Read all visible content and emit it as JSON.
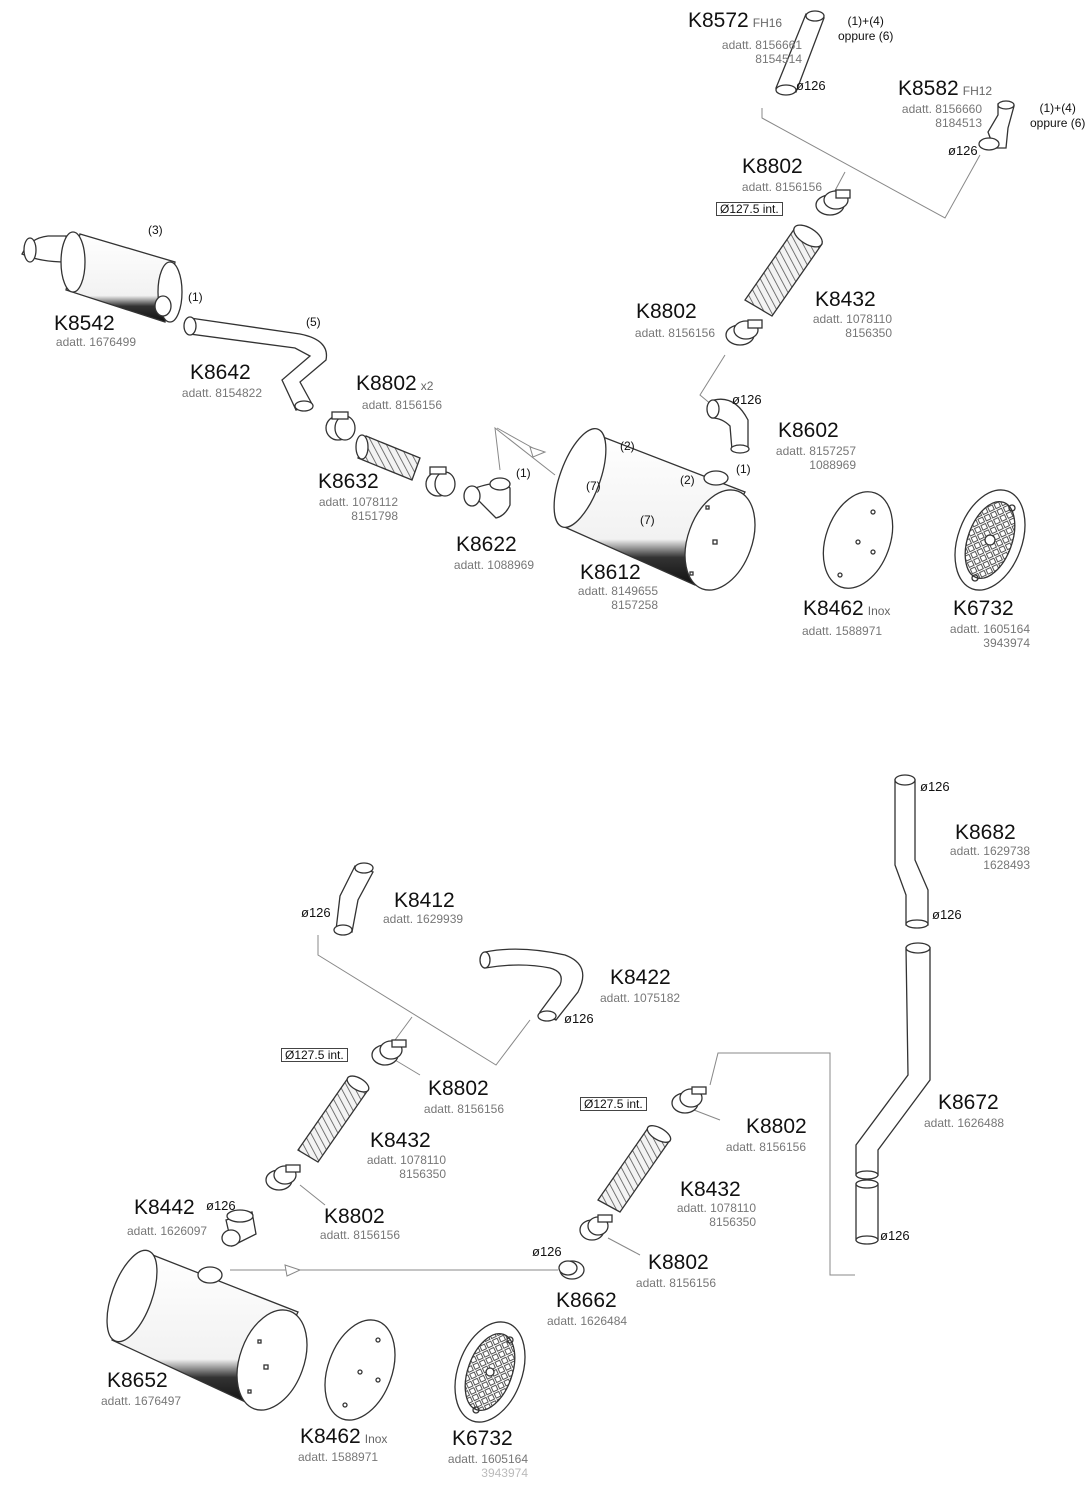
{
  "diagram1": {
    "K8572": {
      "code": "K8572",
      "suffix": "FH16",
      "refs": [
        "adatt. 8156661",
        "8154514"
      ],
      "diameter": "ø126",
      "note": [
        "(1)+(4)",
        "oppure (6)"
      ]
    },
    "K8582": {
      "code": "K8582",
      "suffix": "FH12",
      "refs": [
        "adatt. 8156660",
        "8184513"
      ],
      "diameter": "ø126",
      "note": [
        "(1)+(4)",
        "oppure (6)"
      ]
    },
    "K8802_top": {
      "code": "K8802",
      "refs": [
        "adatt. 8156156"
      ]
    },
    "bellows_spec": "Ø127.5 int.",
    "K8432": {
      "code": "K8432",
      "refs": [
        "adatt. 1078110",
        "8156350"
      ]
    },
    "K8802_mid": {
      "code": "K8802",
      "refs": [
        "adatt. 8156156"
      ]
    },
    "K8602": {
      "code": "K8602",
      "refs": [
        "adatt. 8157257",
        "1088969"
      ],
      "diameter": "ø126"
    },
    "K8542": {
      "code": "K8542",
      "refs": [
        "adatt. 1676499"
      ]
    },
    "K8642": {
      "code": "K8642",
      "refs": [
        "adatt. 8154822"
      ]
    },
    "K8802_x2": {
      "code": "K8802",
      "suffix": "x2",
      "refs": [
        "adatt. 8156156"
      ]
    },
    "K8632": {
      "code": "K8632",
      "refs": [
        "adatt. 1078112",
        "8151798"
      ]
    },
    "K8622": {
      "code": "K8622",
      "refs": [
        "adatt. 1088969"
      ]
    },
    "K8612": {
      "code": "K8612",
      "refs": [
        "adatt. 8149655",
        "8157258"
      ]
    },
    "K8462": {
      "code": "K8462",
      "suffix": "Inox",
      "refs": [
        "adatt. 1588971"
      ]
    },
    "K6732": {
      "code": "K6732",
      "refs": [
        "adatt. 1605164",
        "3943974"
      ]
    },
    "callouts": {
      "c1": "(1)",
      "c2": "(2)",
      "c3": "(3)",
      "c5": "(5)",
      "c7": "(7)"
    }
  },
  "diagram2": {
    "K8682": {
      "code": "K8682",
      "refs": [
        "adatt. 1629738",
        "1628493"
      ],
      "diameter": "ø126"
    },
    "K8412": {
      "code": "K8412",
      "refs": [
        "adatt. 1629939"
      ],
      "diameter": "ø126"
    },
    "K8422": {
      "code": "K8422",
      "refs": [
        "adatt. 1075182"
      ],
      "diameter": "ø126"
    },
    "bellows_spec": "Ø127.5 int.",
    "K8802_a": {
      "code": "K8802",
      "refs": [
        "adatt. 8156156"
      ]
    },
    "K8432_a": {
      "code": "K8432",
      "refs": [
        "adatt. 1078110",
        "8156350"
      ]
    },
    "K8802_b": {
      "code": "K8802",
      "refs": [
        "adatt. 8156156"
      ]
    },
    "K8442": {
      "code": "K8442",
      "refs": [
        "adatt. 1626097"
      ],
      "diameter": "ø126"
    },
    "K8802_c": {
      "code": "K8802",
      "refs": [
        "adatt. 8156156"
      ]
    },
    "K8432_b": {
      "code": "K8432",
      "refs": [
        "adatt. 1078110",
        "8156350"
      ]
    },
    "K8802_d": {
      "code": "K8802",
      "refs": [
        "adatt. 8156156"
      ]
    },
    "K8672": {
      "code": "K8672",
      "refs": [
        "adatt. 1626488"
      ]
    },
    "K8662": {
      "code": "K8662",
      "refs": [
        "adatt. 1626484"
      ],
      "diameter": "ø126"
    },
    "K8652": {
      "code": "K8652",
      "refs": [
        "adatt. 1676497"
      ]
    },
    "K8462": {
      "code": "K8462",
      "suffix": "Inox",
      "refs": [
        "adatt. 1588971"
      ]
    },
    "K6732": {
      "code": "K6732",
      "refs": [
        "adatt. 1605164",
        "3943974"
      ]
    }
  }
}
